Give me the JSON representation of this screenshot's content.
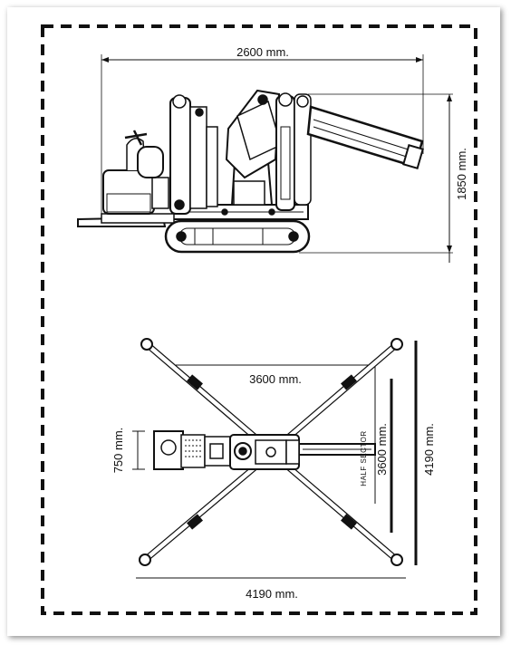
{
  "side_view": {
    "width_label": "2600 mm.",
    "height_label": "1850 mm."
  },
  "top_view": {
    "span_label": "3600 mm.",
    "body_width_label": "750 mm.",
    "sector_depth_label": "3600 mm.",
    "outrigger_span_label": "4190 mm.",
    "total_width_label": "4190 mm.",
    "sector_label": "HALF SECTOR"
  },
  "colors": {
    "line": "#111111",
    "paper": "#ffffff"
  }
}
